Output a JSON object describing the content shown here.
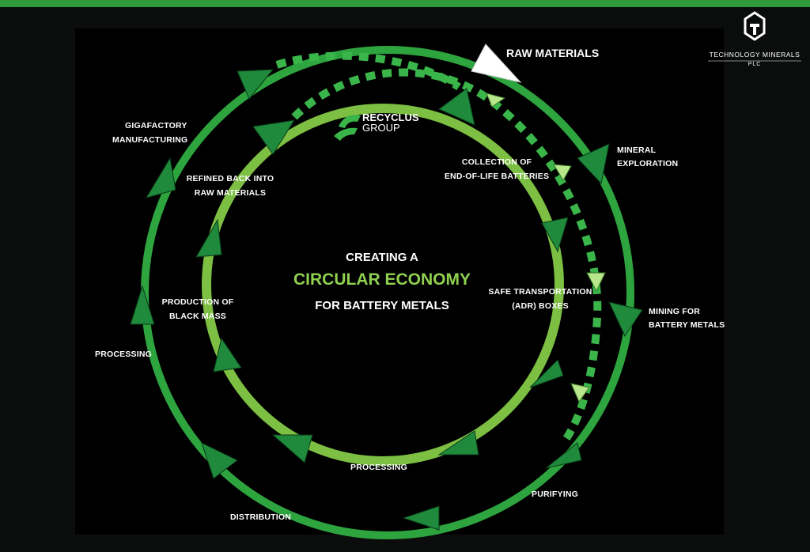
{
  "brand": {
    "company_name": "TECHNOLOGY MINERALS",
    "company_suffix": "PLC",
    "partner_name": "RECYCLUS",
    "partner_sub": "GROUP"
  },
  "center": {
    "line1": "CREATING A",
    "line2": "CIRCULAR ECONOMY",
    "line3": "FOR BATTERY METALS"
  },
  "outer_cycle": {
    "raw_materials": "RAW MATERIALS",
    "mineral_1": "MINERAL",
    "mineral_2": "EXPLORATION",
    "mining_1": "MINING FOR",
    "mining_2": "BATTERY METALS",
    "purifying": "PURIFYING",
    "distribution": "DISTRIBUTION",
    "processing": "PROCESSING",
    "gigafactory_1": "GIGAFACTORY",
    "gigafactory_2": "MANUFACTURING"
  },
  "inner_cycle": {
    "collection_1": "COLLECTION OF",
    "collection_2": "END-OF-LIFE BATTERIES",
    "transport_1": "SAFE TRANSPORTATION",
    "transport_2": "(ADR) BOXES",
    "processing": "PROCESSING",
    "black_mass_1": "PRODUCTION OF",
    "black_mass_2": "BLACK MASS",
    "refined_1": "REFINED BACK INTO",
    "refined_2": "RAW MATERIALS"
  },
  "colors": {
    "outer_ring": "#2ea43f",
    "inner_ring": "#7cbf42",
    "dashed_path": "#3ab54a",
    "arrow_fill": "#1f8a3c",
    "highlight_text": "#8fd14f",
    "top_bar": "#2f9a3a"
  },
  "icons": [
    "technology-minerals-logo-icon",
    "recyclus-logo-icon",
    "triangle-arrow-icon"
  ]
}
